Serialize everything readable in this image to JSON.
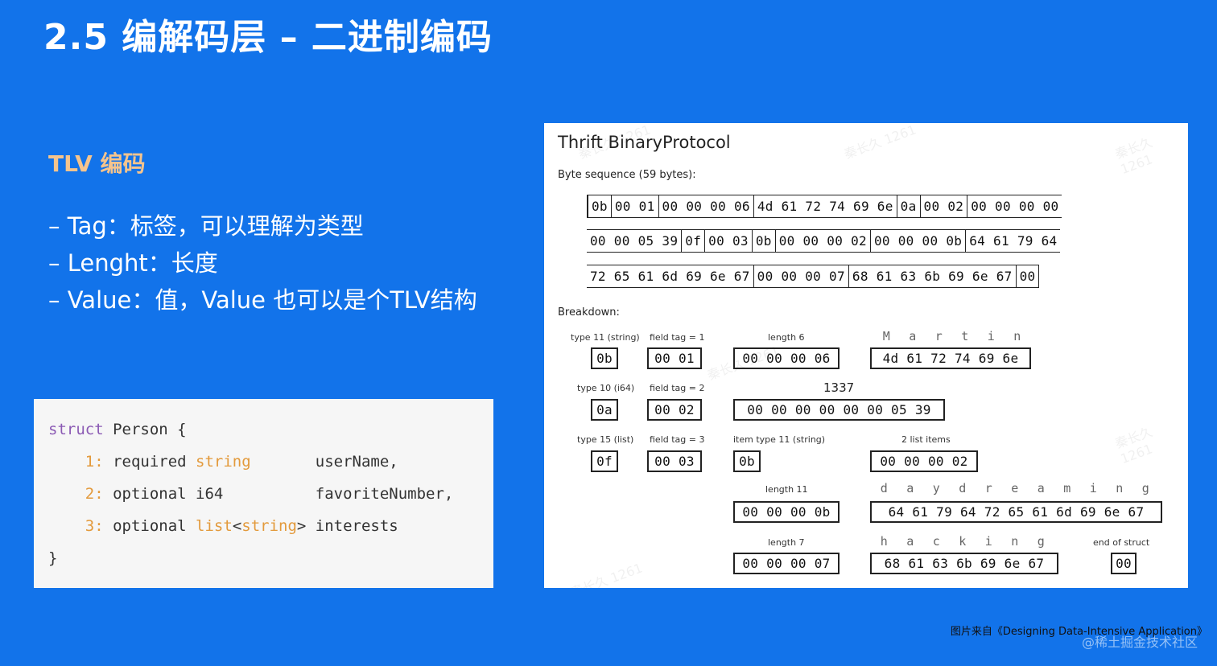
{
  "slide": {
    "title": "2.5 编解码层 – 二进制编码",
    "subtitle": "TLV 编码",
    "bullets": [
      "– Tag：标签，可以理解为类型",
      "– Lenght：长度",
      "– Value：值，Value 也可以是个TLV结构"
    ],
    "caption": "图片来自《Designing Data-Intensive Application》",
    "site_watermark": "@稀土掘金技术社区"
  },
  "code": {
    "line1": {
      "kw": "struct",
      "rest": " Person {"
    },
    "line2": {
      "num": "1:",
      "mid": " required ",
      "type": "string",
      "name": "       userName,"
    },
    "line3": {
      "num": "2:",
      "mid": " optional i64",
      "name": "          favoriteNumber,"
    },
    "line4": {
      "num": "3:",
      "mid": " optional ",
      "type": "list",
      "lt": "<",
      "type2": "string",
      "gt": ">",
      "name": " interests"
    },
    "line5": "}"
  },
  "diagram": {
    "title": "Thrift BinaryProtocol",
    "byte_seq_label": "Byte sequence (59 bytes):",
    "row1": [
      "0b",
      "00 01",
      "00 00 00 06",
      "4d 61 72 74 69 6e",
      "0a",
      "00 02",
      "00 00 00 00"
    ],
    "row2": [
      "00 00 05 39",
      "0f",
      "00 03",
      "0b",
      "00 00 00 02",
      "00 00 00 0b",
      "64 61 79 64"
    ],
    "row3": [
      "72 65 61 6d 69 6e 67",
      "00 00 00 07",
      "68 61 63 6b 69 6e 67",
      "00"
    ],
    "breakdown_label": "Breakdown:",
    "labels": {
      "type11": "type 11 (string)",
      "fieldtag1": "field tag = 1",
      "length6": "length 6",
      "type10": "type 10 (i64)",
      "fieldtag2": "field tag = 2",
      "v1337": "1337",
      "type15": "type 15 (list)",
      "fieldtag3": "field tag = 3",
      "itemtype": "item type 11 (string)",
      "twoitems": "2 list items",
      "length11": "length 11",
      "length7": "length 7",
      "endstruct": "end of struct"
    },
    "boxes": {
      "b0b": "0b",
      "b0001": "00 01",
      "len6": "00 00 00 06",
      "martin": "4d 61 72 74 69 6e",
      "b0a": "0a",
      "b0002": "00 02",
      "i64": "00 00 00 00 00 00 05 39",
      "b0f": "0f",
      "b0003": "00 03",
      "b0b2": "0b",
      "items": "00 00 00 02",
      "len11": "00 00 00 0b",
      "daydream": "64 61 79 64 72 65 61 6d 69 6e 67",
      "len7": "00 00 00 07",
      "hacking": "68 61 63 6b 69 6e 67",
      "end": "00"
    },
    "letters": {
      "martin": [
        "M",
        "a",
        "r",
        "t",
        "i",
        "n"
      ],
      "daydreaming": [
        "d",
        "a",
        "y",
        "d",
        "r",
        "e",
        "a",
        "m",
        "i",
        "n",
        "g"
      ],
      "hacking": [
        "h",
        "a",
        "c",
        "k",
        "i",
        "n",
        "g"
      ]
    },
    "watermark_text": "秦长久 1261"
  },
  "colors": {
    "background": "#1273ea",
    "accent_subtitle": "#f5c48d",
    "code_keyword": "#8b5ab4",
    "code_number": "#e39a3c"
  }
}
